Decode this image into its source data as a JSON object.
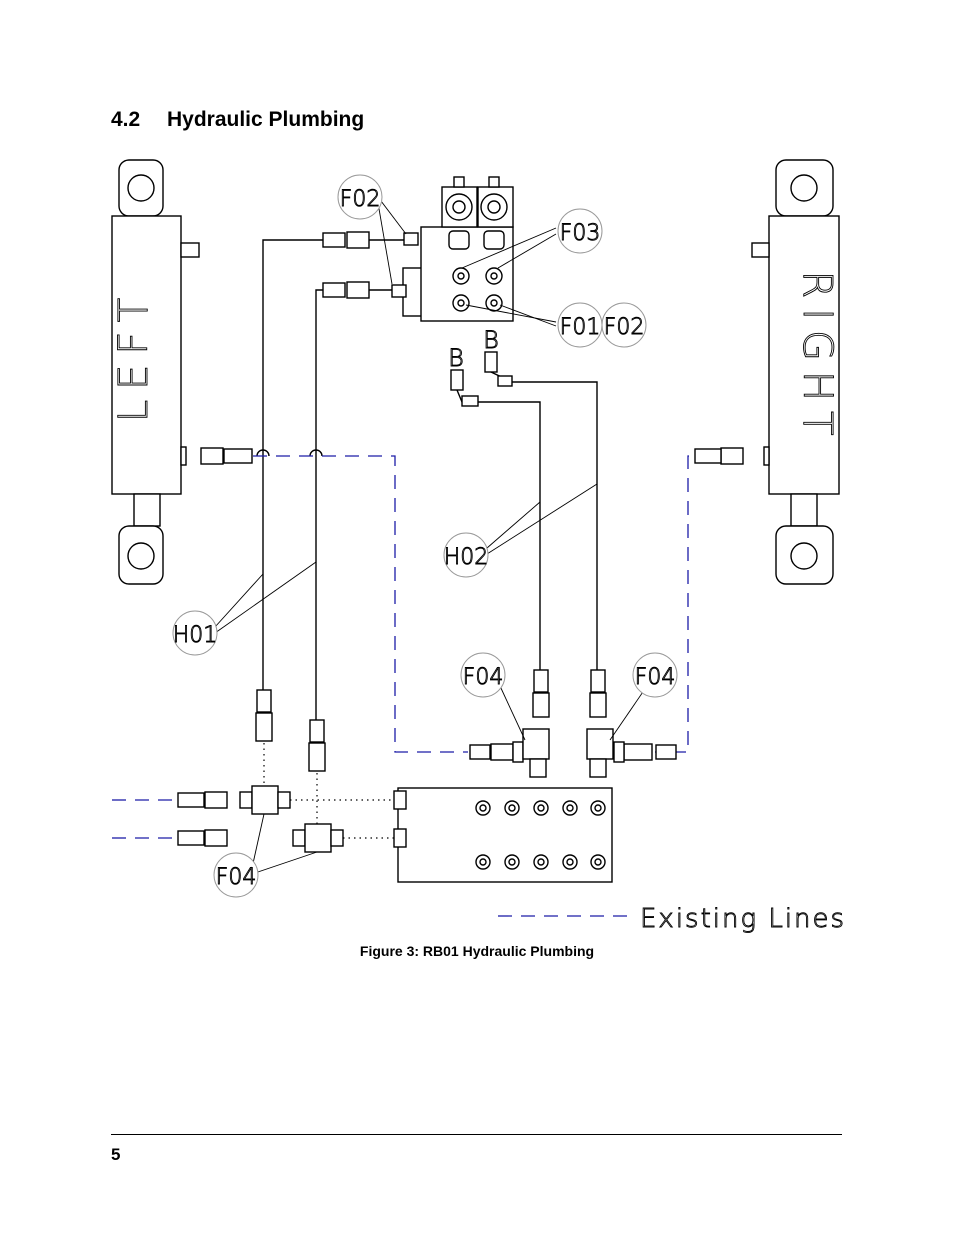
{
  "section": {
    "number": "4.2",
    "title": "Hydraulic Plumbing"
  },
  "diagram": {
    "cylinders": {
      "left": "LEFT",
      "right": "RIGHT"
    },
    "callouts": {
      "f02_top": "F02",
      "f03": "F03",
      "f01": "F01",
      "f02_right": "F02",
      "h02": "H02",
      "h01": "H01",
      "f04_mid_left": "F04",
      "f04_mid_right": "F04",
      "f04_bottom": "F04"
    },
    "port_labels": {
      "b_left": "B",
      "b_right": "B"
    },
    "legend": {
      "existing_lines": "Existing Lines"
    }
  },
  "figure_caption": "Figure 3: RB01 Hydraulic Plumbing",
  "footer": {
    "page_number": "5"
  }
}
